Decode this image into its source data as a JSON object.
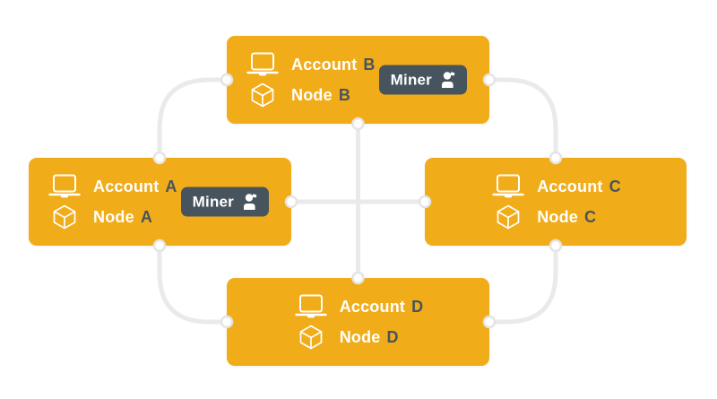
{
  "colors": {
    "background": "#FFFFFF",
    "node_fill": "#F1AC19",
    "badge_bg": "#47545E",
    "label_text": "#FFFFFF",
    "suffix_text": "#47545E",
    "line": "#EAEAEA",
    "dot_fill": "#FFFFFF",
    "dot_ring": "#E4E4E4"
  },
  "icons": {
    "account": "laptop-icon",
    "node": "cube-icon",
    "miner": "person-icon"
  },
  "nodes": {
    "a": {
      "account_label": "Account",
      "account_suffix": "A",
      "node_label": "Node",
      "node_suffix": "A",
      "has_miner": true,
      "miner_badge": "Miner"
    },
    "b": {
      "account_label": "Account",
      "account_suffix": "B",
      "node_label": "Node",
      "node_suffix": "B",
      "has_miner": true,
      "miner_badge": "Miner"
    },
    "c": {
      "account_label": "Account",
      "account_suffix": "C",
      "node_label": "Node",
      "node_suffix": "C",
      "has_miner": false
    },
    "d": {
      "account_label": "Account",
      "account_suffix": "D",
      "node_label": "Node",
      "node_suffix": "D",
      "has_miner": false
    }
  },
  "connections": [
    {
      "from": "node-b-left",
      "to": "node-a-top"
    },
    {
      "from": "node-b-right",
      "to": "node-c-top"
    },
    {
      "from": "node-b-bottom",
      "to": "node-d-top"
    },
    {
      "from": "node-a-right",
      "to": "node-c-left"
    },
    {
      "from": "node-a-bottom",
      "to": "node-d-left"
    },
    {
      "from": "node-c-bottom",
      "to": "node-d-right"
    }
  ]
}
